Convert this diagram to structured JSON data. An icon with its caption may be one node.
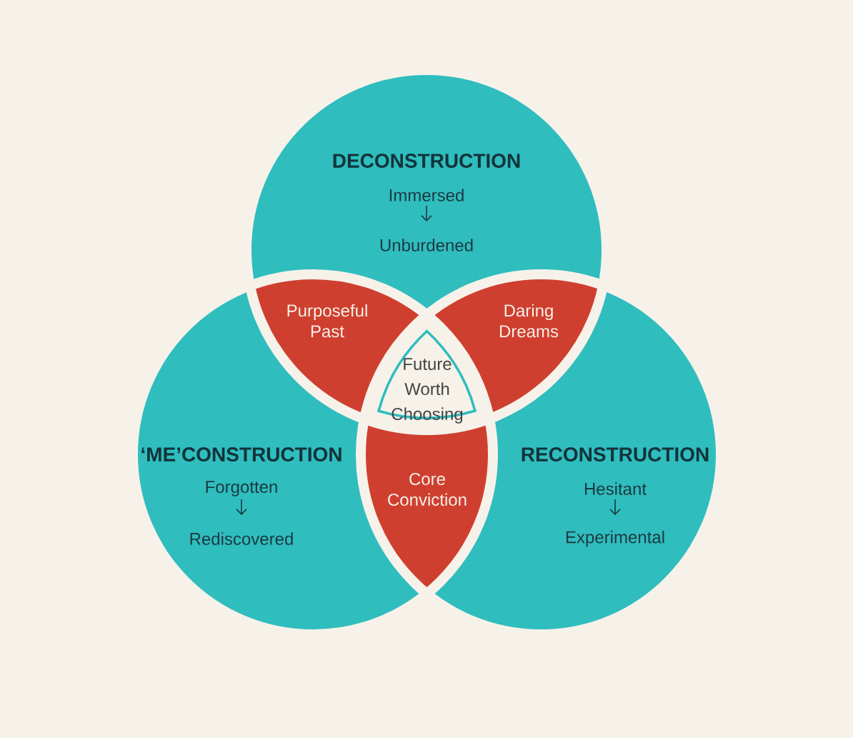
{
  "diagram": {
    "nodes": [
      {
        "text": [
          "DECONSTRUCTION",
          "Immersed",
          "Unburdened"
        ]
      },
      {
        "text": [
          "Purposeful Past"
        ]
      },
      {
        "text": [
          "Daring Dreams"
        ]
      },
      {
        "text": [
          "Future Worth Choosing"
        ]
      },
      {
        "text": [
          "‘ME’CONSTRUCTION",
          "Forgotten",
          "Rediscovered"
        ]
      },
      {
        "text": [
          "Core Conviction"
        ]
      },
      {
        "text": [
          "RECONSTRUCTION",
          "Hesitant",
          "Experimental"
        ]
      }
    ]
  }
}
